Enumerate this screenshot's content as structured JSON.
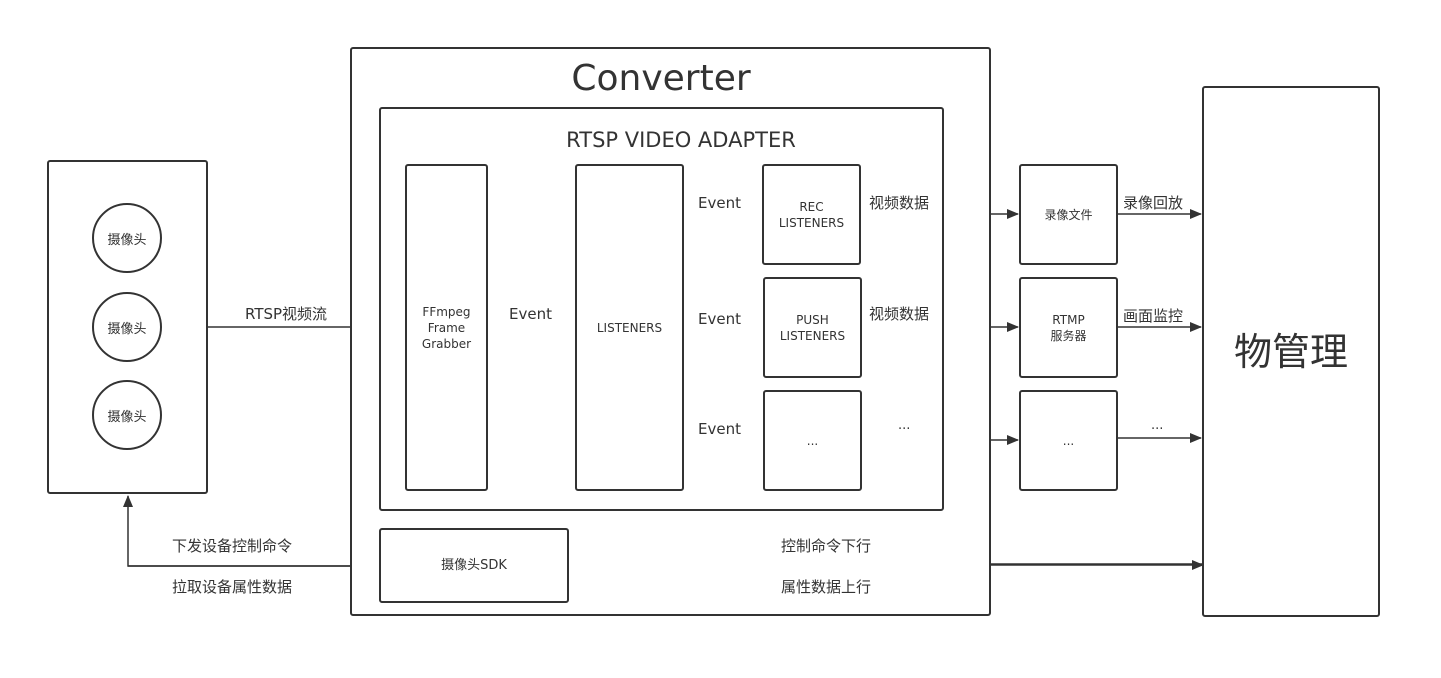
{
  "cameras": {
    "items": [
      "摄像头",
      "摄像头",
      "摄像头"
    ]
  },
  "converter": {
    "title": "Converter",
    "adapter_title": "RTSP VIDEO ADAPTER",
    "ffmpeg_label": "FFmpeg\nFrame\nGrabber",
    "listeners_label": "LISTENERS",
    "rec_listeners_label": "REC\nLISTENERS",
    "push_listeners_label": "PUSH\nLISTENERS",
    "more_listeners_label": "...",
    "sdk_label": "摄像头SDK"
  },
  "outputs": {
    "record_file_label": "录像文件",
    "rtmp_label": "RTMP\n服务器",
    "more_output_label": "..."
  },
  "iot": {
    "label": "物管理"
  },
  "edges": {
    "rtsp_stream": "RTSP视频流",
    "event_main": "Event",
    "event_rec": "Event",
    "event_push": "Event",
    "event_more": "Event",
    "video_data_rec": "视频数据",
    "video_data_push": "视频数据",
    "more_data": "...",
    "playback": "录像回放",
    "monitor": "画面监控",
    "more_out": "...",
    "issue_control": "下发设备控制命令",
    "pull_attributes": "拉取设备属性数据",
    "control_down": "控制命令下行",
    "attributes_up": "属性数据上行"
  }
}
